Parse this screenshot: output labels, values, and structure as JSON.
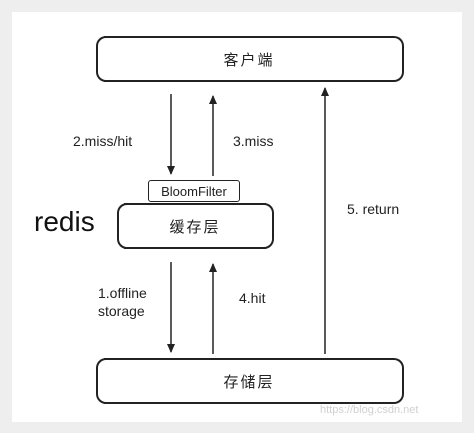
{
  "diagram": {
    "client": {
      "label": "客户端"
    },
    "cache": {
      "label": "缓存层",
      "filter_label": "BloomFilter",
      "side_label": "redis"
    },
    "storage": {
      "label": "存储层"
    },
    "edges": [
      {
        "label": "2.miss/hit"
      },
      {
        "label": "3.miss"
      },
      {
        "label": "1.offline\nstorage"
      },
      {
        "label": "4.hit"
      },
      {
        "label": "5. return"
      }
    ],
    "watermark": "https://blog.csdn.net"
  }
}
